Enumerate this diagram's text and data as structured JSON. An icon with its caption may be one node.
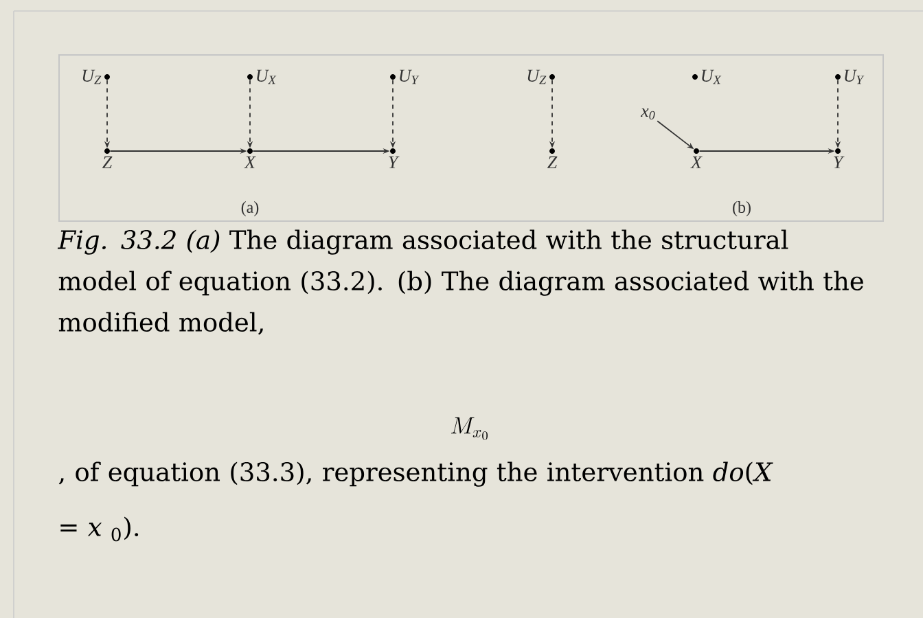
{
  "diagram": {
    "caption": "*Fig. 33.2 (a)* The diagram associated with the structural model of equation (33.2). (b) The diagram associated with the modified model,",
    "nodes": [
      {
        "text": [
          "U$_{Z}$"
        ]
      },
      {
        "text": [
          "U$_{X}$"
        ]
      },
      {
        "text": [
          "U$_{Y}$"
        ]
      },
      {
        "text": [
          "Z"
        ]
      },
      {
        "text": [
          "X"
        ]
      },
      {
        "text": [
          "Y"
        ]
      },
      {
        "text": [
          "U$_{Z}$"
        ]
      },
      {
        "text": [
          "U$_{X}$"
        ]
      },
      {
        "text": [
          "U$_{Y}$"
        ]
      },
      {
        "text": [
          "x$_{0}$"
        ]
      },
      {
        "text": [
          "Z"
        ]
      },
      {
        "text": [
          "X"
        ]
      },
      {
        "text": [
          "Y"
        ]
      }
    ],
    "edges": [
      {
        "from": 0,
        "to": 3,
        "arrow": "to",
        "style": "dashed"
      },
      {
        "from": 1,
        "to": 4,
        "arrow": "to",
        "style": "dashed"
      },
      {
        "from": 2,
        "to": 5,
        "arrow": "to",
        "style": "dashed"
      },
      {
        "from": 3,
        "to": 4,
        "arrow": "to"
      },
      {
        "from": 4,
        "to": 5,
        "arrow": "to"
      },
      {
        "from": 6,
        "to": 10,
        "arrow": "to",
        "style": "dashed"
      },
      {
        "from": 8,
        "to": 12,
        "arrow": "to",
        "style": "dashed"
      },
      {
        "from": 9,
        "to": 11,
        "arrow": "to"
      },
      {
        "from": 11,
        "to": 12,
        "arrow": "to"
      }
    ],
    "labels": [
      "(a)",
      "(b)",
      "M_{x_0}",
      ", of equation (33.3), representing the intervention *do*(*X* = *x* $_{0}$)."
    ]
  }
}
